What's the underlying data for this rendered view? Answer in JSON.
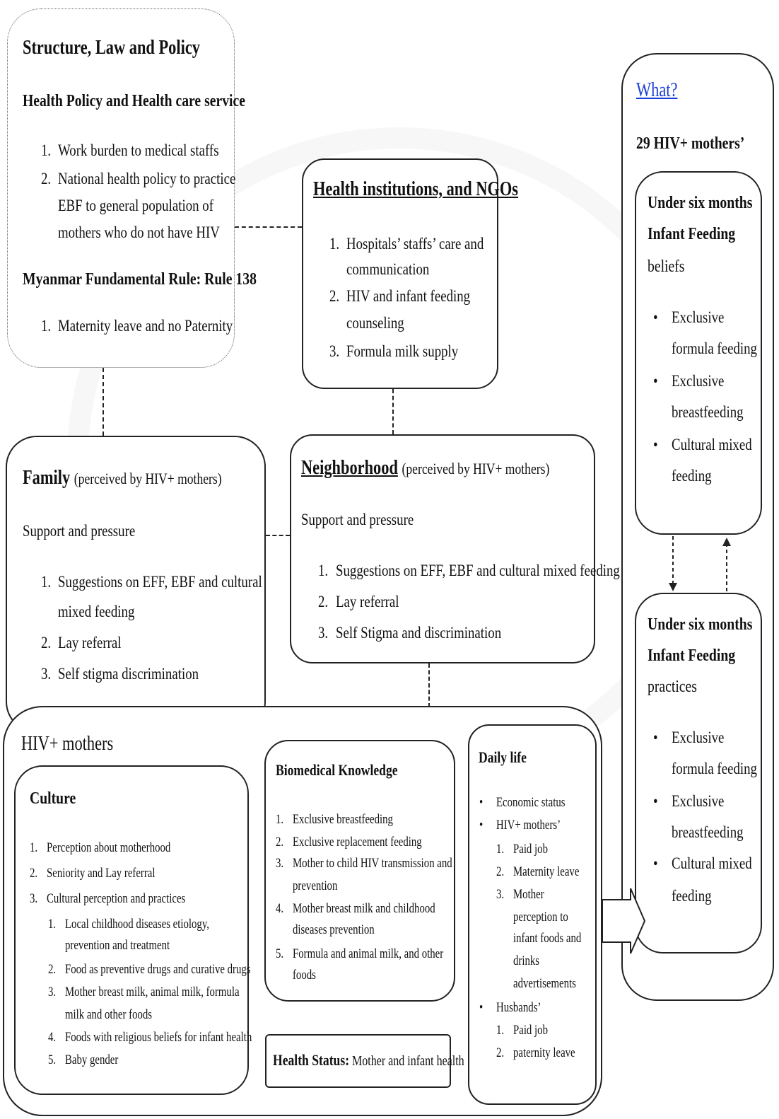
{
  "structure": {
    "title": "Structure, Law and Policy",
    "subtitle1": "Health Policy and Health care service",
    "items1": [
      "Work burden to medical staffs",
      "National health policy to practice",
      "EBF to general population of",
      "mothers who do not have HIV"
    ],
    "subtitle2": "Myanmar Fundamental Rule: Rule 138",
    "items2": [
      "Maternity leave and no Paternity"
    ]
  },
  "health_inst": {
    "title": "Health institutions, and NGOs",
    "items": [
      "Hospitals’ staffs’ care and",
      "communication",
      "HIV and infant feeding",
      "counseling",
      "Formula milk supply"
    ]
  },
  "what": {
    "link": "What?",
    "subtitle": "29 HIV+ mothers’",
    "beliefs_title": [
      "Under six months",
      "Infant Feeding",
      "beliefs"
    ],
    "beliefs_items": [
      "Exclusive",
      "formula feeding",
      "Exclusive",
      "breastfeeding",
      "Cultural mixed",
      "feeding"
    ],
    "practices_title": [
      "Under six months",
      "Infant Feeding",
      "practices"
    ],
    "practices_items": [
      "Exclusive",
      "formula feeding",
      "Exclusive",
      "breastfeeding",
      "Cultural mixed",
      "feeding"
    ]
  },
  "family": {
    "title": "Family",
    "note": "(perceived by HIV+ mothers)",
    "subtitle": "Support and pressure",
    "items": [
      "Suggestions on EFF, EBF and cultural",
      "mixed feeding",
      "Lay referral",
      "Self stigma discrimination"
    ]
  },
  "neighborhood": {
    "title": "Neighborhood",
    "note": "(perceived by HIV+ mothers)",
    "subtitle": "Support and pressure",
    "items": [
      "Suggestions on EFF, EBF and cultural mixed feeding",
      "Lay referral",
      "Self Stigma and discrimination"
    ]
  },
  "hiv_mothers": {
    "title": "HIV+ mothers"
  },
  "culture": {
    "title": "Culture",
    "items": [
      "Perception about motherhood",
      "Seniority and Lay referral",
      "Cultural perception and practices"
    ],
    "subitems": [
      "Local childhood diseases etiology,",
      "prevention and treatment",
      "Food as preventive drugs and curative drugs",
      "Mother breast milk, animal milk, formula",
      "milk and other foods",
      "Foods with religious beliefs for infant health",
      "Baby gender"
    ]
  },
  "biomedical": {
    "title": "Biomedical Knowledge",
    "items": [
      "Exclusive breastfeeding",
      "Exclusive replacement feeding",
      "Mother to child HIV transmission and",
      "prevention",
      "Mother breast milk and childhood",
      "diseases prevention",
      "Formula and animal milk, and other",
      "foods"
    ]
  },
  "health_status": {
    "label": "Health Status:",
    "value": "Mother and infant health"
  },
  "daily": {
    "title": "Daily life",
    "bullets": [
      "Economic status",
      "HIV+ mothers’",
      "Husbands’"
    ],
    "mothers_items": [
      "Paid job",
      "Maternity leave",
      "Mother",
      "perception to",
      "infant foods and",
      "drinks",
      "advertisements"
    ],
    "husbands_items": [
      "Paid job",
      "paternity leave"
    ]
  },
  "numbers": [
    "1.",
    "2.",
    "3.",
    "4.",
    "5."
  ],
  "bullet": "•"
}
